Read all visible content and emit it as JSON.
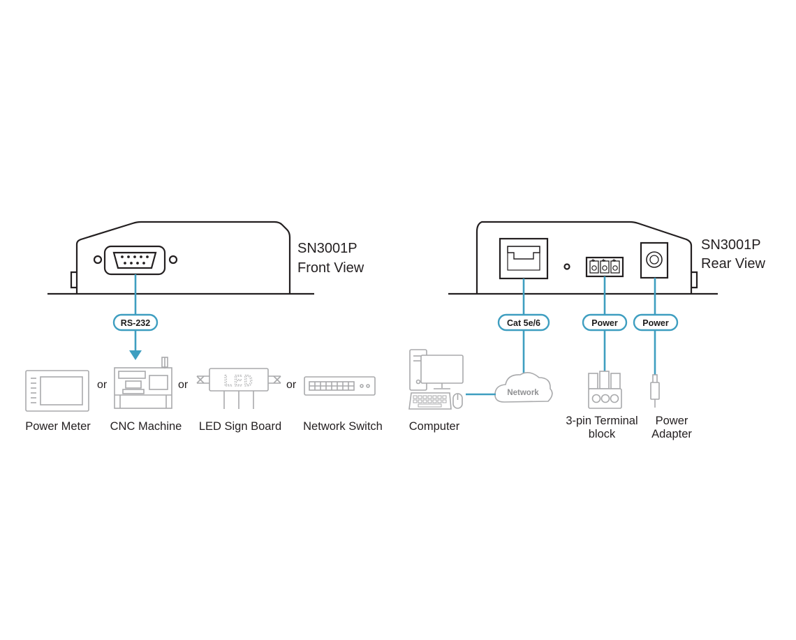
{
  "front": {
    "model": "SN3001P",
    "view": "Front View",
    "port_label": "RS-232",
    "devices": [
      {
        "name": "Power Meter",
        "icon": "power-meter-icon"
      },
      {
        "name": "CNC Machine",
        "icon": "cnc-machine-icon"
      },
      {
        "name": "LED Sign Board",
        "icon": "led-sign-board-icon",
        "sign_text": "LED"
      },
      {
        "name": "Network Switch",
        "icon": "network-switch-icon"
      }
    ],
    "separator": "or"
  },
  "rear": {
    "model": "SN3001P",
    "view": "Rear View",
    "cables": {
      "lan": "Cat 5e/6",
      "terminal_power": "Power",
      "adapter_power": "Power"
    },
    "network_cloud": "Network",
    "devices": {
      "computer": "Computer",
      "terminal_line1": "3-pin Terminal",
      "terminal_line2": "block",
      "adapter_line1": "Power",
      "adapter_line2": "Adapter"
    }
  },
  "colors": {
    "cable": "#3e9ec0",
    "device_outline": "#231f20",
    "icon_gray": "#a8a9ab",
    "text": "#231f20"
  }
}
